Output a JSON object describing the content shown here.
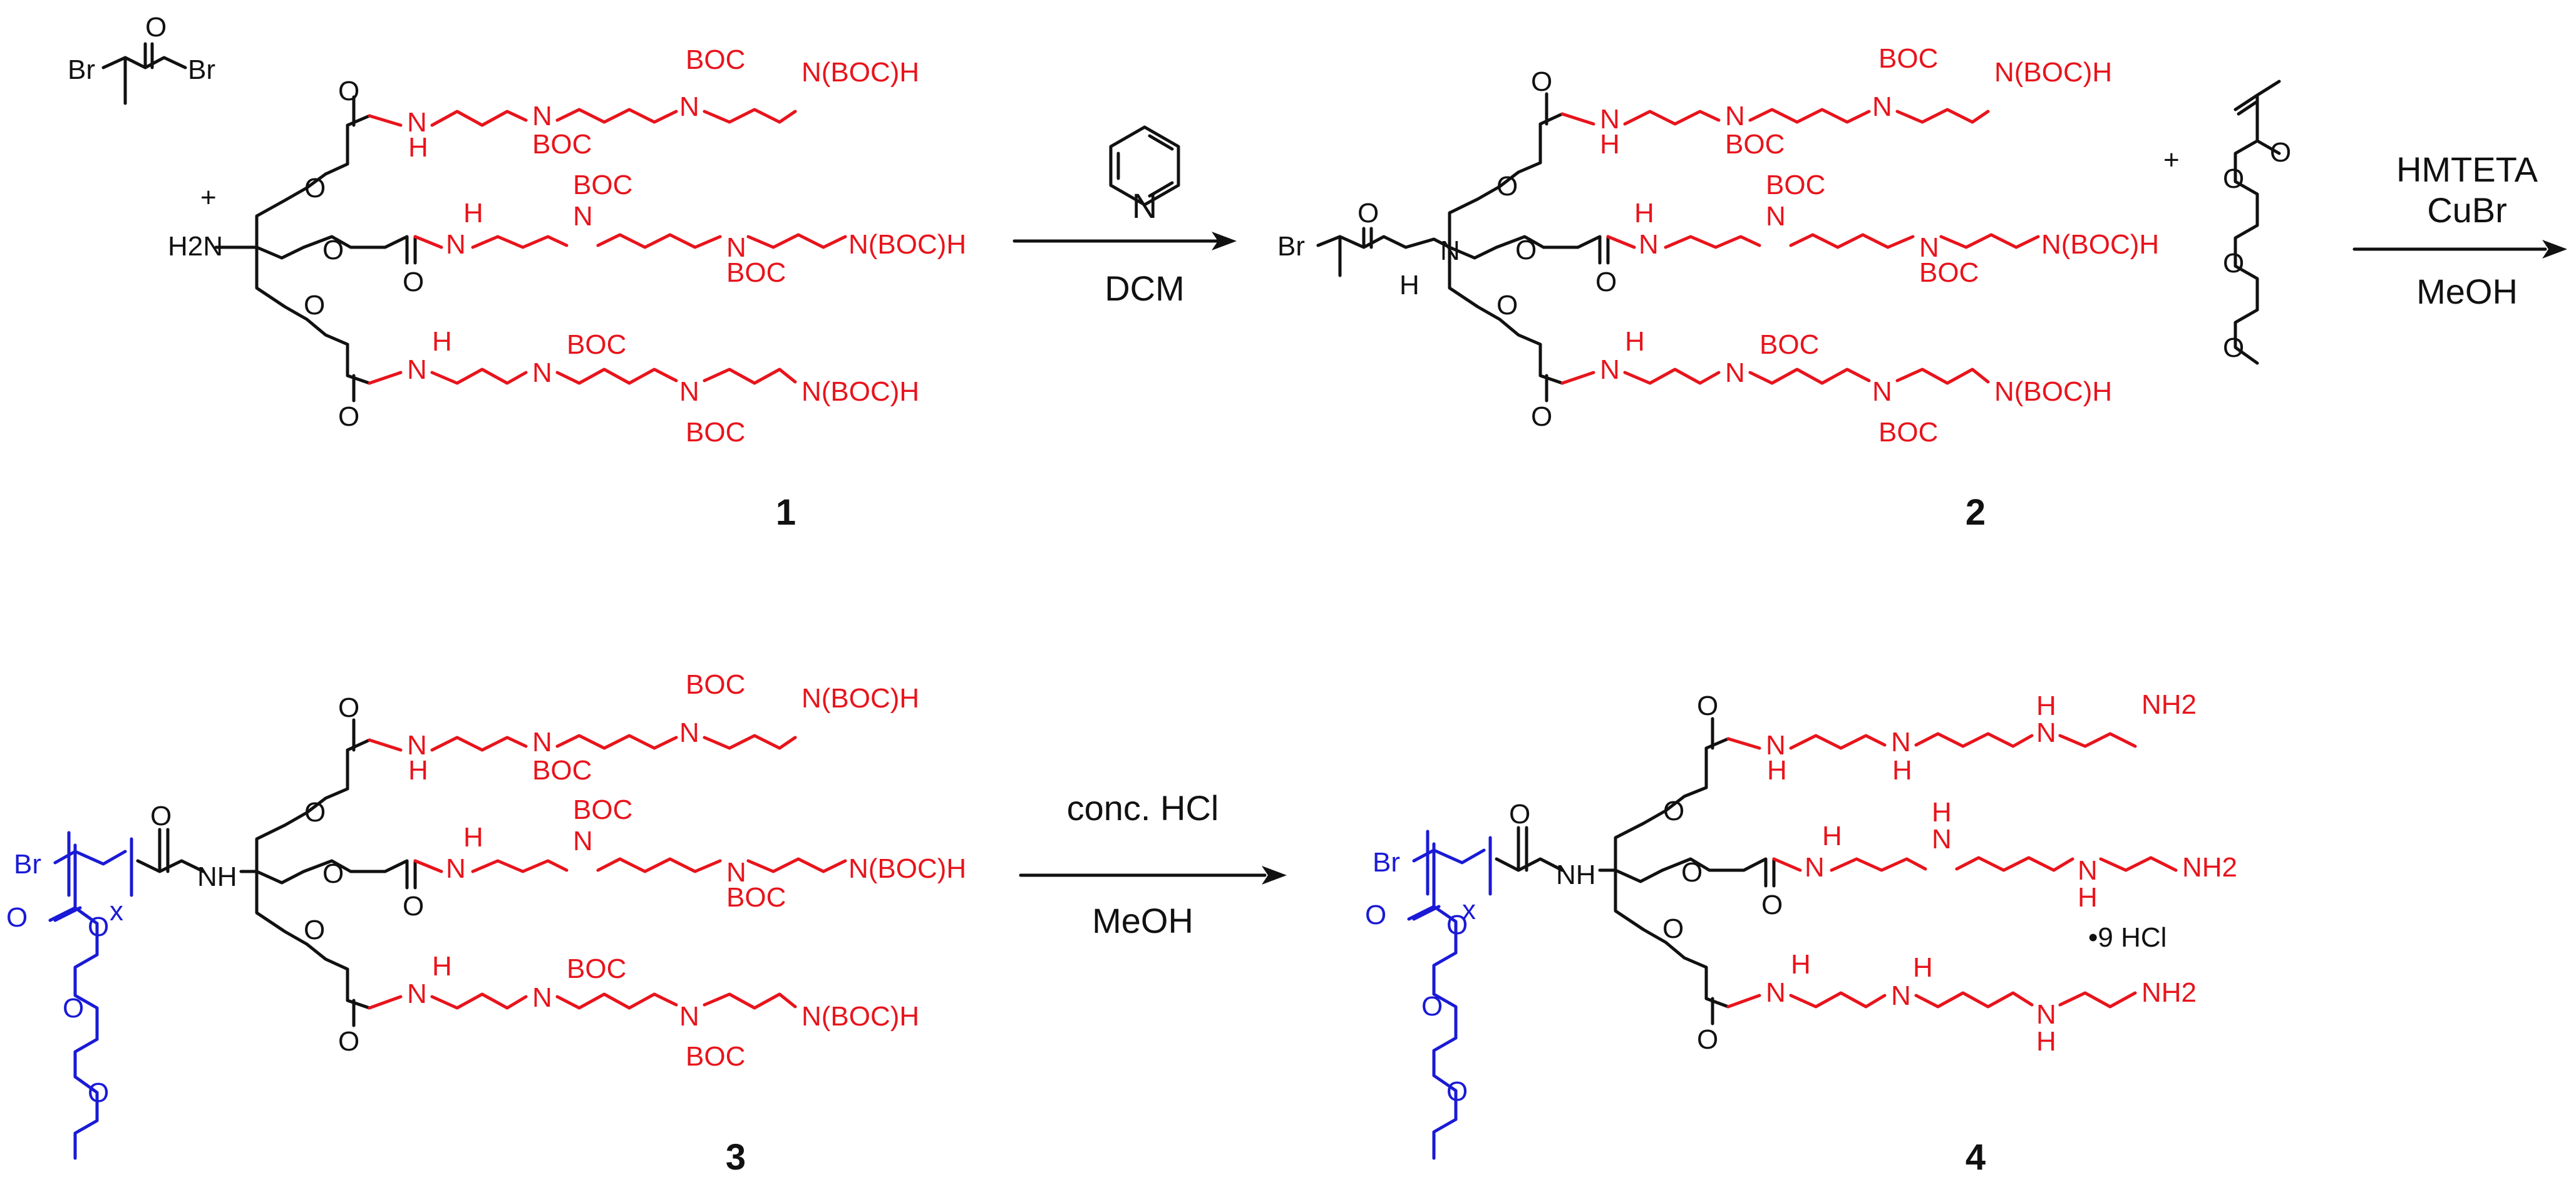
{
  "colors": {
    "scaffold": "#111111",
    "polyamine_arms": "#e8141c",
    "polymer_block": "#1a1ad6",
    "background": "#ffffff"
  },
  "compounds": {
    "c1": "1",
    "c2": "2",
    "c3": "3",
    "c4": "4"
  },
  "conditions": {
    "step1_reagent": "pyridine-icon",
    "step1_solvent": "DCM",
    "step2_ligand": "HMTETA",
    "step2_catalyst": "CuBr",
    "step2_solvent": "MeOH",
    "step3_reagent": "conc. HCl",
    "step3_solvent": "MeOH"
  },
  "plus_sign": "+",
  "atoms": {
    "Br": "Br",
    "O": "O",
    "N": "N",
    "H": "H",
    "H2N": "H2N",
    "NH": "NH",
    "BOC": "BOC",
    "NBOCH": "N(BOC)H",
    "NH2": "NH2",
    "x": "x"
  },
  "salt_label": "•9 HCl"
}
